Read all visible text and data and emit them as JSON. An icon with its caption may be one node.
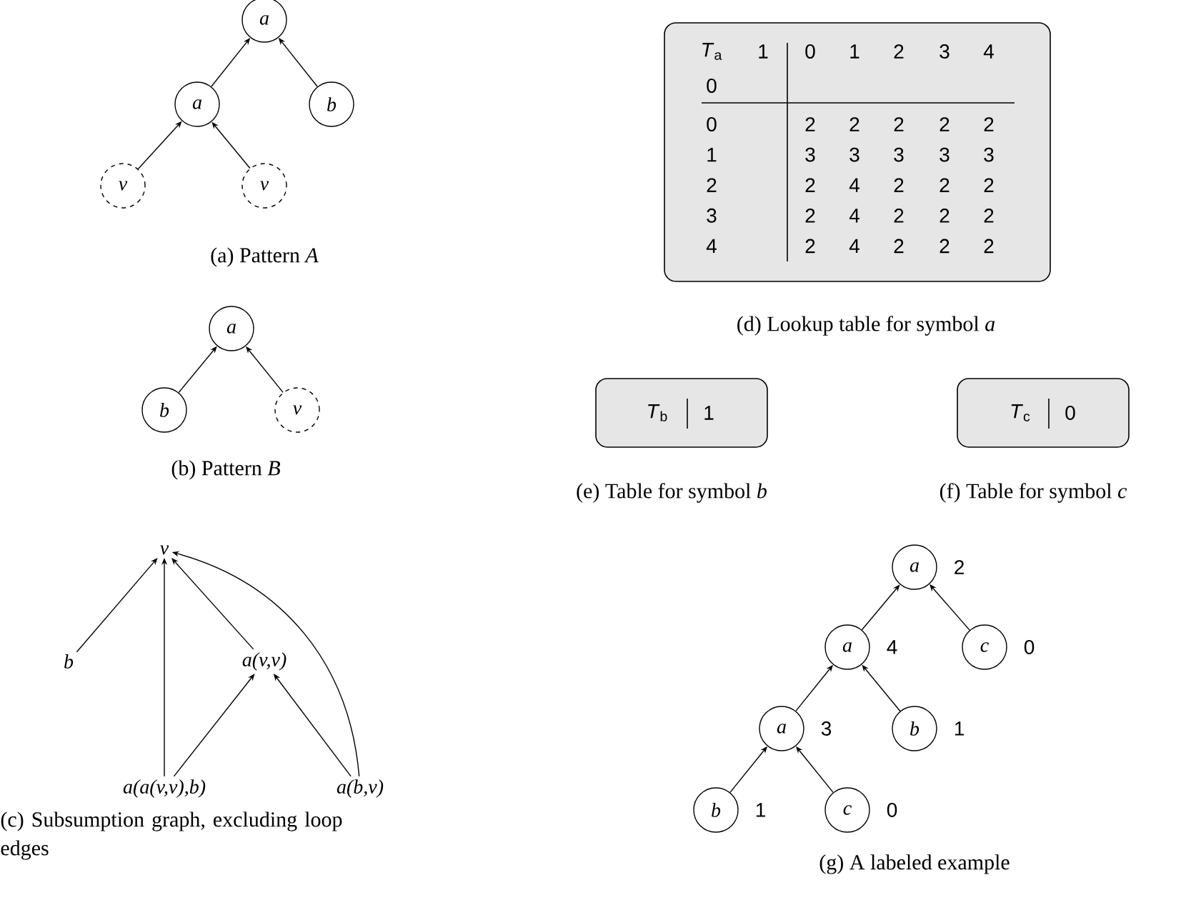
{
  "diagram": {
    "nodes": [
      {
        "text": [
          "a"
        ]
      },
      {
        "text": [
          "a"
        ]
      },
      {
        "text": [
          "b"
        ]
      },
      {
        "text": [
          "v"
        ]
      },
      {
        "text": [
          "v"
        ]
      },
      {
        "text": [
          "a"
        ]
      },
      {
        "text": [
          "b"
        ]
      },
      {
        "text": [
          "v"
        ]
      },
      {
        "text": [
          "v"
        ]
      },
      {
        "text": [
          "b"
        ]
      },
      {
        "text": [
          "*a*(*v*,*v*)"
        ]
      },
      {
        "text": [
          "*a*(*a*(*v*,*v*),*b*)"
        ]
      },
      {
        "text": [
          "*a*(*b*,*v*)"
        ]
      },
      {
        "text": [
          "a"
        ],
        "beside": [
          "2"
        ]
      },
      {
        "text": [
          "a"
        ],
        "beside": [
          "4"
        ]
      },
      {
        "text": [
          "c"
        ],
        "beside": [
          "0"
        ]
      },
      {
        "text": [
          "a"
        ],
        "beside": [
          "3"
        ]
      },
      {
        "text": [
          "b"
        ],
        "beside": [
          "1"
        ]
      },
      {
        "text": [
          "b"
        ],
        "beside": [
          "1"
        ]
      },
      {
        "text": [
          "c"
        ],
        "beside": [
          "0"
        ]
      }
    ],
    "edges": [
      {
        "from": 1,
        "to": 0,
        "arrow": "to"
      },
      {
        "from": 2,
        "to": 0,
        "arrow": "to"
      },
      {
        "from": 3,
        "to": 1,
        "arrow": "to"
      },
      {
        "from": 4,
        "to": 1,
        "arrow": "to"
      },
      {
        "from": 6,
        "to": 5,
        "arrow": "to"
      },
      {
        "from": 7,
        "to": 5,
        "arrow": "to"
      },
      {
        "from": 9,
        "to": 8,
        "arrow": "to"
      },
      {
        "from": 11,
        "to": 8,
        "arrow": "to"
      },
      {
        "from": 10,
        "to": 8,
        "arrow": "to"
      },
      {
        "from": 12,
        "to": 8,
        "arrow": "to"
      },
      {
        "from": 11,
        "to": 10,
        "arrow": "to"
      },
      {
        "from": 12,
        "to": 10,
        "arrow": "to"
      },
      {
        "from": 14,
        "to": 13,
        "arrow": "to"
      },
      {
        "from": 15,
        "to": 13,
        "arrow": "to"
      },
      {
        "from": 16,
        "to": 14,
        "arrow": "to"
      },
      {
        "from": 17,
        "to": 14,
        "arrow": "to"
      },
      {
        "from": 18,
        "to": 16,
        "arrow": "to"
      },
      {
        "from": 19,
        "to": 16,
        "arrow": "to"
      }
    ],
    "labels": [
      "(a) Pattern *A*",
      "*T*$_{a}$",
      "1",
      "0",
      "1",
      "2",
      "3",
      "4",
      "0",
      "0",
      "2",
      "2",
      "2",
      "2",
      "2",
      "1",
      "3",
      "3",
      "3",
      "3",
      "3",
      "2",
      "2",
      "4",
      "2",
      "2",
      "2",
      "3",
      "2",
      "4",
      "2",
      "2",
      "2",
      "4",
      "2",
      "4",
      "2",
      "2",
      "2",
      "(d) Lookup table for symbol *a*",
      "(b) Pattern *B*",
      "*T*$_{b}$",
      "1",
      "*T*$_{c}$",
      "0",
      "(e) Table for symbol *b*",
      "(f) Table for symbol *c*",
      "(c) Subsumption graph, excluding loop edges",
      "(g) A labeled example"
    ]
  }
}
